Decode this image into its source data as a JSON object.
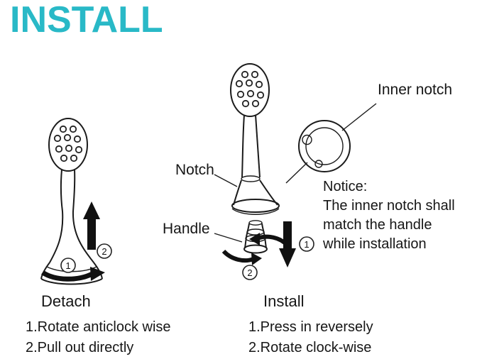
{
  "title": "INSTALL",
  "colors": {
    "accent": "#29b9c7",
    "ink": "#161616"
  },
  "labels": {
    "inner_notch": "Inner notch",
    "notch": "Notch",
    "handle": "Handle",
    "detach": "Detach",
    "install": "Install"
  },
  "notice": {
    "heading": "Notice:",
    "lines": [
      "The inner notch shall",
      "match the handle",
      "while installation"
    ]
  },
  "steps": {
    "detach": [
      "1.Rotate anticlock wise",
      "2.Pull out directly"
    ],
    "install": [
      "1.Press in reversely",
      "2.Rotate clock-wise"
    ]
  },
  "markers": {
    "one": "1",
    "two": "2"
  }
}
